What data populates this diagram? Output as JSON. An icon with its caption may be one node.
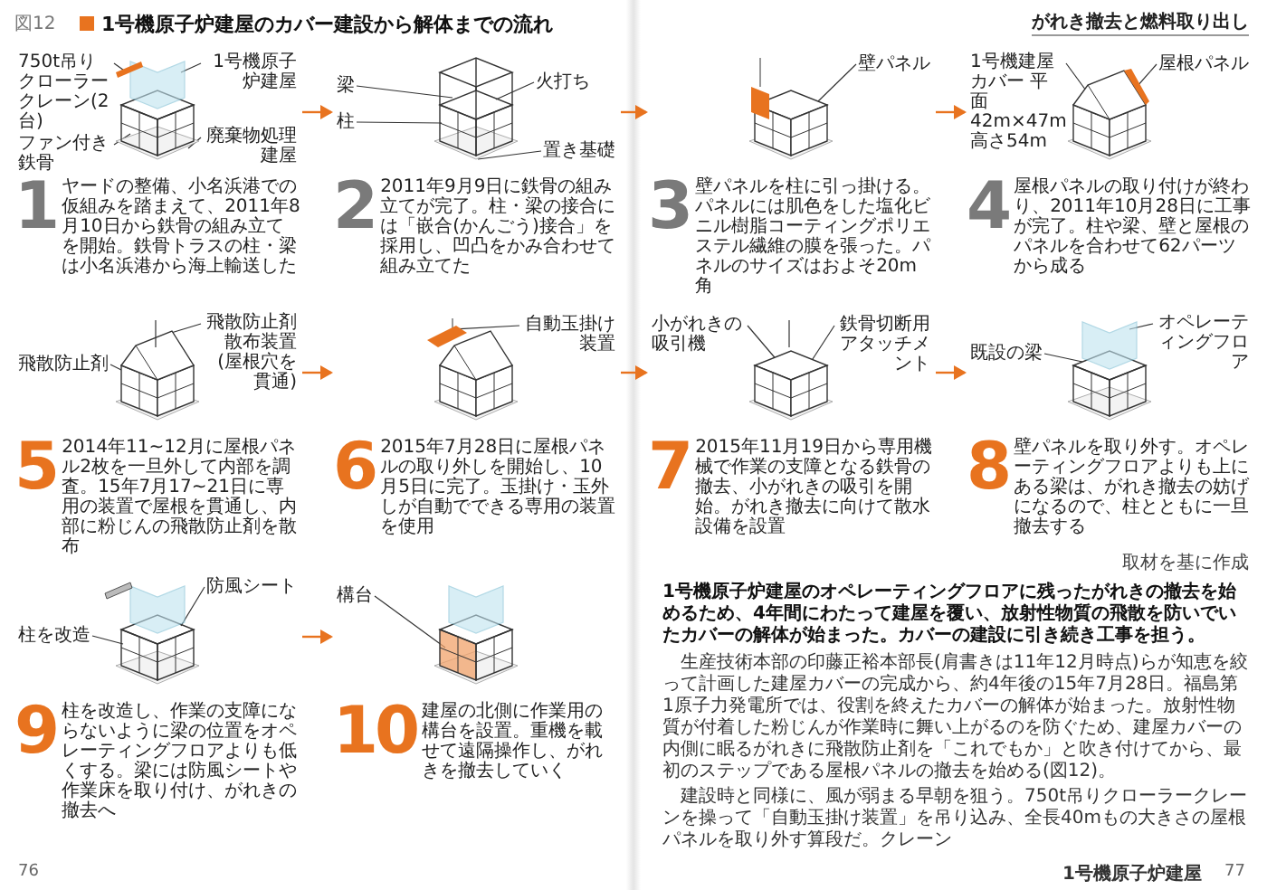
{
  "diagram": {
    "title": "1号機原子炉建屋のカバー建設から解体までの流れ",
    "nodes": [
      {
        "text": [
          "1",
          "ヤードの整備、小名浜港での仮組みを踏まえて、2011年8月10日から鉄骨の組み立てを開始。鉄骨トラスの柱・梁は小名浜港から海上輸送した"
        ]
      },
      {
        "text": [
          "750t吊りクローラークレーン(2台)"
        ],
        "in": 0
      },
      {
        "text": [
          "ファン付き鉄骨"
        ],
        "in": 0
      },
      {
        "text": [
          "1号機原子炉建屋"
        ],
        "in": 0
      },
      {
        "text": [
          "廃棄物処理建屋"
        ],
        "in": 0
      },
      {
        "text": [
          "2",
          "2011年9月9日に鉄骨の組み立てが完了。柱・梁の接合には「嵌合(かんごう)接合」を採用し、凹凸をかみ合わせて組み立てた"
        ]
      },
      {
        "text": [
          "梁"
        ],
        "in": 5
      },
      {
        "text": [
          "火打ち"
        ],
        "in": 5
      },
      {
        "text": [
          "柱"
        ],
        "in": 5
      },
      {
        "text": [
          "置き基礎"
        ],
        "in": 5
      },
      {
        "text": [
          "3",
          "壁パネルを柱に引っ掛ける。パネルには肌色をした塩化ビニル樹脂コーティングポリエステル繊維の膜を張った。パネルのサイズはおよそ20m角"
        ]
      },
      {
        "text": [
          "壁パネル"
        ],
        "in": 10
      },
      {
        "text": [
          "4",
          "屋根パネルの取り付けが終わり、2011年10月28日に工事が完了。柱や梁、壁と屋根のパネルを合わせて62パーツから成る"
        ]
      },
      {
        "text": [
          "1号機建屋カバー 平面42m×47m 高さ54m"
        ],
        "in": 12
      },
      {
        "text": [
          "屋根パネル"
        ],
        "in": 12
      },
      {
        "text": [
          "5",
          "2014年11~12月に屋根パネル2枚を一旦外して内部を調査。15年7月17~21日に専用の装置で屋根を貫通し、内部に粉じんの飛散防止剤を散布"
        ]
      },
      {
        "text": [
          "飛散防止剤散布装置(屋根穴を貫通)"
        ],
        "in": 15
      },
      {
        "text": [
          "飛散防止剤"
        ],
        "in": 15
      },
      {
        "text": [
          "6",
          "2015年7月28日に屋根パネルの取り外しを開始し、10月5日に完了。玉掛け・玉外しが自動でできる専用の装置を使用"
        ]
      },
      {
        "text": [
          "自動玉掛け装置"
        ],
        "in": 18
      },
      {
        "text": [
          "7",
          "2015年11月19日から専用機械で作業の支障となる鉄骨の撤去、小がれきの吸引を開始。がれき撤去に向けて散水設備を設置"
        ]
      },
      {
        "text": [
          "小がれきの吸引機"
        ],
        "in": 20
      },
      {
        "text": [
          "鉄骨切断用アタッチメント"
        ],
        "in": 20
      },
      {
        "text": [
          "8",
          "壁パネルを取り外す。オペレーティングフロアよりも上にある梁は、がれき撤去の妨げになるので、柱とともに一旦撤去する"
        ]
      },
      {
        "text": [
          "オペレーティングフロア"
        ],
        "in": 23
      },
      {
        "text": [
          "既設の梁"
        ],
        "in": 23
      },
      {
        "text": [
          "9",
          "柱を改造し、作業の支障にならないように梁の位置をオペレーティングフロアよりも低くする。梁には防風シートや作業床を取り付け、がれきの撤去へ"
        ]
      },
      {
        "text": [
          "防風シート"
        ],
        "in": 26
      },
      {
        "text": [
          "柱を改造"
        ],
        "in": 26
      },
      {
        "text": [
          "10",
          "建屋の北側に作業用の構台を設置。重機を載せて遠隔操作し、がれきを撤去していく"
        ]
      },
      {
        "text": [
          "構台"
        ],
        "in": 29
      }
    ],
    "edges": [
      {
        "from": 0,
        "to": 5,
        "arrow": "to",
        "color": "#e8731f"
      },
      {
        "from": 5,
        "to": 10,
        "arrow": "to",
        "color": "#e8731f"
      },
      {
        "from": 10,
        "to": 12,
        "arrow": "to",
        "color": "#e8731f"
      },
      {
        "from": 15,
        "to": 18,
        "arrow": "to",
        "color": "#e8731f"
      },
      {
        "from": 18,
        "to": 20,
        "arrow": "to",
        "color": "#e8731f"
      },
      {
        "from": 20,
        "to": 23,
        "arrow": "to",
        "color": "#e8731f"
      },
      {
        "from": 26,
        "to": 29,
        "arrow": "to",
        "color": "#e8731f"
      },
      {
        "from": 1,
        "to": null,
        "arrow": "none"
      },
      {
        "from": 2,
        "to": null,
        "arrow": "none"
      },
      {
        "from": 3,
        "to": null,
        "arrow": "none"
      },
      {
        "from": 4,
        "to": null,
        "arrow": "none"
      },
      {
        "from": 6,
        "to": null,
        "arrow": "none"
      },
      {
        "from": 7,
        "to": null,
        "arrow": "none"
      },
      {
        "from": 8,
        "to": null,
        "arrow": "none"
      },
      {
        "from": 9,
        "to": null,
        "arrow": "none"
      },
      {
        "from": 11,
        "to": null,
        "arrow": "none"
      },
      {
        "from": 13,
        "to": null,
        "arrow": "none"
      },
      {
        "from": 14,
        "to": null,
        "arrow": "none"
      },
      {
        "from": 16,
        "to": null,
        "arrow": "none"
      },
      {
        "from": 17,
        "to": null,
        "arrow": "none"
      },
      {
        "from": 19,
        "to": null,
        "arrow": "none"
      },
      {
        "from": 21,
        "to": null,
        "arrow": "none"
      },
      {
        "from": 22,
        "to": null,
        "arrow": "none"
      },
      {
        "from": 24,
        "to": null,
        "arrow": "none"
      },
      {
        "from": 25,
        "to": null,
        "arrow": "none"
      },
      {
        "from": 27,
        "to": null,
        "arrow": "none"
      },
      {
        "from": 28,
        "to": null,
        "arrow": "none"
      },
      {
        "from": 30,
        "to": null,
        "arrow": "none"
      }
    ],
    "labels": [
      "図12",
      "がれき撤去と燃料取り出し",
      "取材を基に作成",
      "1号機原子炉建屋のオペレーティングフロアに残ったがれきの撤去を始めるため、4年間にわたって建屋を覆い、放射性物質の飛散を防いでいたカバーの解体が始まった。カバーの建設に引き続き工事を担う。",
      "生産技術本部の印藤正裕本部長(肩書きは11年12月時点)らが知恵を絞って計画した建屋カバーの完成から、約4年後の15年7月28日。福島第1原子力発電所では、役割を終えたカバーの解体が始まった。放射性物質が付着した粉じんが作業時に舞い上がるのを防ぐため、建屋カバーの内側に眠るがれきに飛散防止剤を「これでもか」と吹き付けてから、最初のステップである屋根パネルの撤去を始める(図12)。",
      "建設時と同様に、風が弱まる早朝を狙う。750t吊りクローラークレーンを操って「自動玉掛け装置」を吊り込み、全長40mもの大きさの屋根パネルを取り外す算段だ。クレーン",
      "76",
      "1号機原子炉建屋",
      "77"
    ]
  }
}
